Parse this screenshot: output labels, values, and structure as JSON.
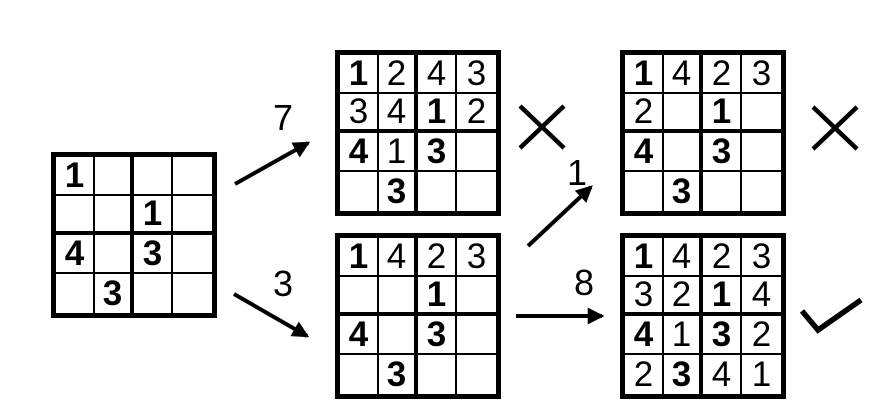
{
  "style": {
    "ink_color": "#000000",
    "background_color": "#ffffff"
  },
  "grids": {
    "start": {
      "values": [
        [
          "1",
          "",
          "",
          ""
        ],
        [
          "",
          "",
          "1",
          ""
        ],
        [
          "4",
          "",
          "3",
          ""
        ],
        [
          "",
          "3",
          "",
          ""
        ]
      ],
      "bold": [
        [
          1,
          0,
          0,
          0
        ],
        [
          0,
          0,
          1,
          0
        ],
        [
          1,
          0,
          1,
          0
        ],
        [
          0,
          1,
          0,
          0
        ]
      ]
    },
    "top_middle": {
      "values": [
        [
          "1",
          "2",
          "4",
          "3"
        ],
        [
          "3",
          "4",
          "1",
          "2"
        ],
        [
          "4",
          "1",
          "3",
          ""
        ],
        [
          "",
          "3",
          "",
          ""
        ]
      ],
      "bold": [
        [
          1,
          0,
          0,
          0
        ],
        [
          0,
          0,
          1,
          0
        ],
        [
          1,
          0,
          1,
          0
        ],
        [
          0,
          1,
          0,
          0
        ]
      ]
    },
    "bottom_middle": {
      "values": [
        [
          "1",
          "4",
          "2",
          "3"
        ],
        [
          "",
          "",
          "1",
          ""
        ],
        [
          "4",
          "",
          "3",
          ""
        ],
        [
          "",
          "3",
          "",
          ""
        ]
      ],
      "bold": [
        [
          1,
          0,
          0,
          0
        ],
        [
          0,
          0,
          1,
          0
        ],
        [
          1,
          0,
          1,
          0
        ],
        [
          0,
          1,
          0,
          0
        ]
      ]
    },
    "top_right": {
      "values": [
        [
          "1",
          "4",
          "2",
          "3"
        ],
        [
          "2",
          "",
          "1",
          ""
        ],
        [
          "4",
          "",
          "3",
          ""
        ],
        [
          "",
          "3",
          "",
          ""
        ]
      ],
      "bold": [
        [
          1,
          0,
          0,
          0
        ],
        [
          0,
          0,
          1,
          0
        ],
        [
          1,
          0,
          1,
          0
        ],
        [
          0,
          1,
          0,
          0
        ]
      ]
    },
    "bottom_right": {
      "values": [
        [
          "1",
          "4",
          "2",
          "3"
        ],
        [
          "3",
          "2",
          "1",
          "4"
        ],
        [
          "4",
          "1",
          "3",
          "2"
        ],
        [
          "2",
          "3",
          "4",
          "1"
        ]
      ],
      "bold": [
        [
          1,
          0,
          0,
          0
        ],
        [
          0,
          0,
          1,
          0
        ],
        [
          1,
          0,
          1,
          0
        ],
        [
          0,
          1,
          0,
          0
        ]
      ]
    }
  },
  "arrows": {
    "start_to_top_middle": {
      "label": "7"
    },
    "start_to_bottom_middle": {
      "label": "3"
    },
    "bottom_middle_to_top_right": {
      "label": "1"
    },
    "bottom_middle_to_bottom_right": {
      "label": "8"
    }
  },
  "marks": {
    "after_top_middle": "cross",
    "after_top_right": "cross",
    "after_bottom_right": "check"
  }
}
